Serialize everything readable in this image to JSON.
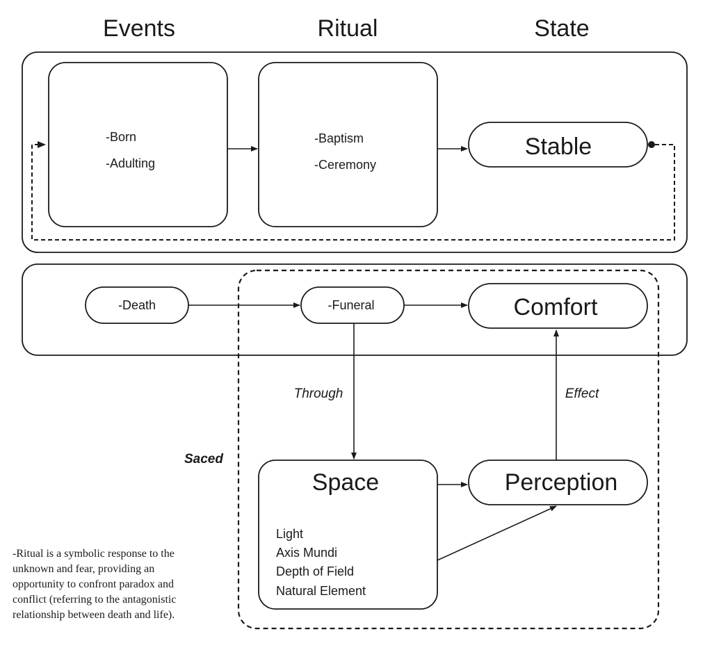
{
  "headers": {
    "events": "Events",
    "ritual": "Ritual",
    "state": "State"
  },
  "top_row": {
    "events_items": [
      "-Born",
      "-Adulting"
    ],
    "ritual_items": [
      "-Baptism",
      "-Ceremony"
    ],
    "state_label": "Stable"
  },
  "middle_row": {
    "death": "-Death",
    "funeral": "-Funeral",
    "comfort": "Comfort"
  },
  "sacred_group": {
    "label": "Saced",
    "through_label": "Through",
    "effect_label": "Effect",
    "space": {
      "title": "Space",
      "items": [
        "Light",
        "Axis Mundi",
        "Depth of Field",
        "Natural Element"
      ]
    },
    "perception": "Perception"
  },
  "note": {
    "lines": [
      "-Ritual is a symbolic response to the",
      "unknown and fear, providing an",
      "opportunity to confront paradox and",
      "conflict (referring to the antagonistic",
      "relationship between death and life)."
    ]
  }
}
